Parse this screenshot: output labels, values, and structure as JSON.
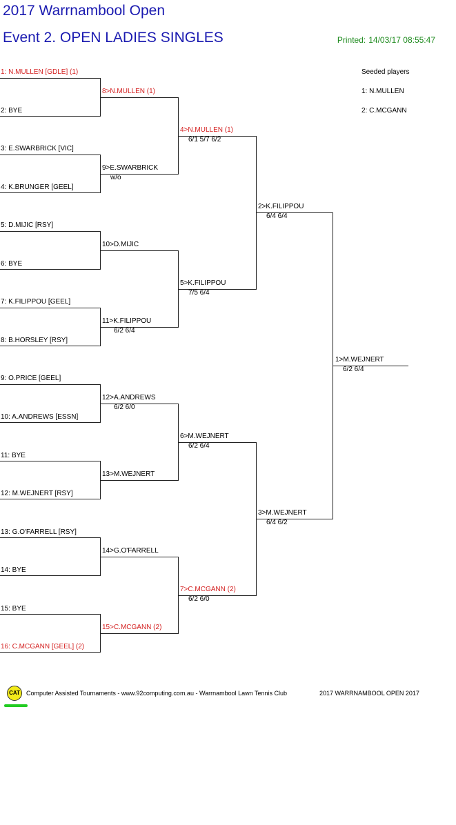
{
  "header": {
    "title": "2017 Warrnambool Open",
    "event": "Event 2. OPEN LADIES SINGLES",
    "printed_label": "Printed:",
    "printed_value": "14/03/17 08:55:47"
  },
  "seeds": {
    "heading": "Seeded players",
    "items": [
      "1: N.MULLEN",
      "2: C.MCGANN"
    ]
  },
  "round1": [
    "1: N.MULLEN [GDLE] (1)",
    "2: BYE",
    "3: E.SWARBRICK [VIC]",
    "4: K.BRUNGER [GEEL]",
    "5: D.MIJIC [RSY]",
    "6: BYE",
    "7: K.FILIPPOU [GEEL]",
    "8: B.HORSLEY [RSY]",
    "9: O.PRICE [GEEL]",
    "10: A.ANDREWS [ESSN]",
    "11: BYE",
    "12: M.WEJNERT [RSY]",
    "13: G.O'FARRELL [RSY]",
    "14: BYE",
    "15: BYE",
    "16: C.MCGANN [GEEL] (2)"
  ],
  "round2": [
    {
      "name": "8>N.MULLEN (1)",
      "score": ""
    },
    {
      "name": "9>E.SWARBRICK",
      "score": "w/o"
    },
    {
      "name": "10>D.MIJIC",
      "score": ""
    },
    {
      "name": "11>K.FILIPPOU",
      "score": "6/2 6/4"
    },
    {
      "name": "12>A.ANDREWS",
      "score": "6/2 6/0"
    },
    {
      "name": "13>M.WEJNERT",
      "score": ""
    },
    {
      "name": "14>G.O'FARRELL",
      "score": ""
    },
    {
      "name": "15>C.MCGANN (2)",
      "score": ""
    }
  ],
  "round3": [
    {
      "name": "4>N.MULLEN (1)",
      "score": "6/1 5/7 6/2"
    },
    {
      "name": "5>K.FILIPPOU",
      "score": "7/5 6/4"
    },
    {
      "name": "6>M.WEJNERT",
      "score": "6/2 6/4"
    },
    {
      "name": "7>C.MCGANN (2)",
      "score": "6/2 6/0"
    }
  ],
  "round4": [
    {
      "name": "2>K.FILIPPOU",
      "score": "6/4 6/4"
    },
    {
      "name": "3>M.WEJNERT",
      "score": "6/4 6/2"
    }
  ],
  "final": {
    "name": "1>M.WEJNERT",
    "score": "6/2 6/4"
  },
  "footer": {
    "logo_text": "CAT",
    "credit": "Computer Assisted Tournaments - www.92computing.com.au -  Warrnambool Lawn Tennis Club",
    "tournament": "2017 WARRNAMBOOL OPEN 2017"
  },
  "colors": {
    "title": "#1a1ab0",
    "seeded": "#d42020",
    "printed": "#1d8a1d"
  }
}
